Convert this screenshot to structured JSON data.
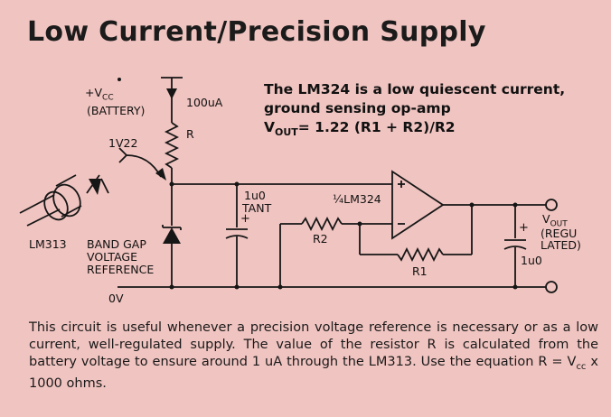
{
  "title": "Low Current/Precision Supply",
  "note": {
    "line1": "The LM324 is a low quiescent current,",
    "line2": "ground sensing op-amp",
    "eq_v": "V",
    "eq_sub": "OUT",
    "eq_rest": "= 1.22 (R1 + R2)/R2"
  },
  "labels": {
    "vcc_v": "+V",
    "vcc_sub": "CC",
    "battery": "(BATTERY)",
    "current": "100uA",
    "r": "R",
    "v122": "1V22",
    "lm313": "LM313",
    "bandgap_1": "BAND GAP",
    "bandgap_2": "VOLTAGE",
    "bandgap_3": "REFERENCE",
    "cap1_1": "1u0",
    "cap1_2": "TANT",
    "opamp": "¼LM324",
    "r2": "R2",
    "r1": "R1",
    "vout_v": "V",
    "vout_sub": "OUT",
    "vout_2": "(REGU",
    "vout_3": "LATED)",
    "cap2": "1u0",
    "zero_v": "0V"
  },
  "caption": {
    "text_a": "This circuit is useful whenever a precision voltage reference is necessary or as a low current, well-regulated supply. The value of the resistor R is calculated from the battery voltage to ensure around 1 uA through the LM313. Use the equation R = V",
    "text_sub": "cc",
    "text_b": " x 1000 ohms."
  }
}
